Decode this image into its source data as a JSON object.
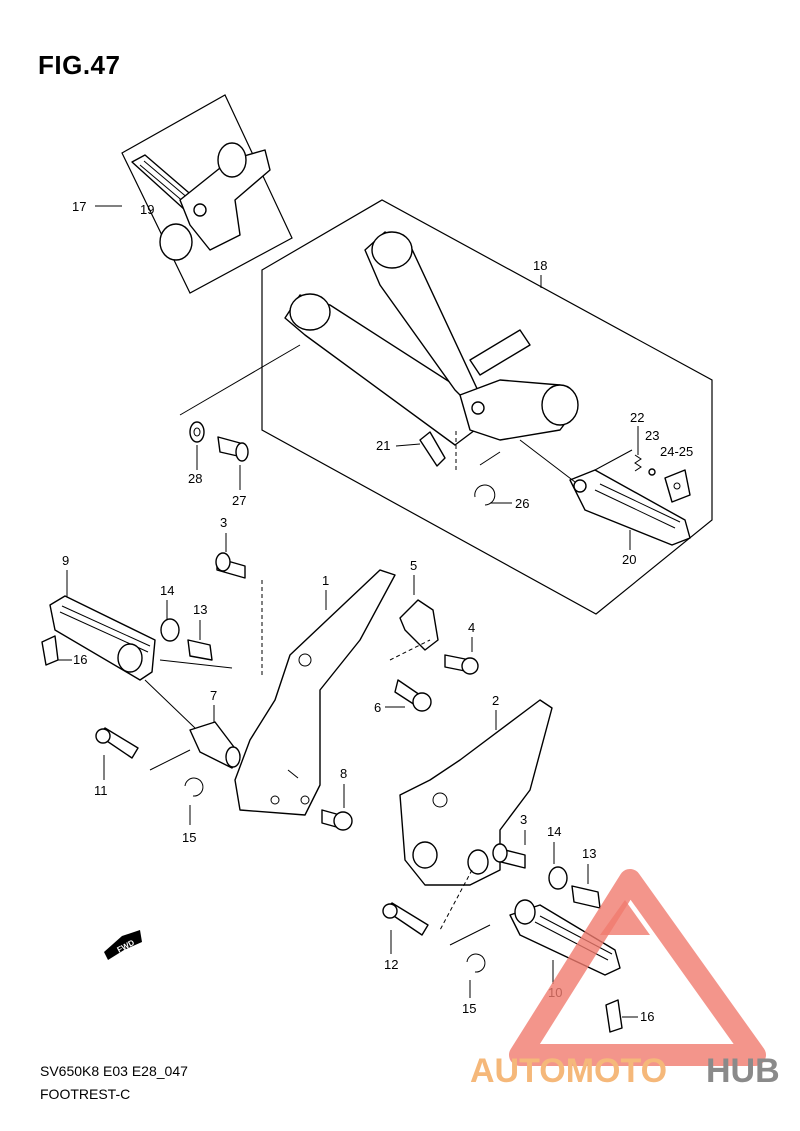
{
  "figure": {
    "title": "FIG.47"
  },
  "footer": {
    "model_code": "SV650K8 E03 E28_047",
    "section_name": "FOOTREST-C"
  },
  "fwd_arrow": {
    "label": "FWD"
  },
  "watermark": {
    "brand_part1": "AUTOMOTO",
    "brand_part2": "HUB",
    "color_red": "#f07a6e",
    "color_orange": "#f5b87a",
    "color_gray": "#8a8a8a"
  },
  "callouts": {
    "c17": "17",
    "c19": "19",
    "c18": "18",
    "c21": "21",
    "c22": "22",
    "c23": "23",
    "c24_25": "24-25",
    "c26": "26",
    "c20": "20",
    "c28": "28",
    "c27": "27",
    "c3a": "3",
    "c9": "9",
    "c14a": "14",
    "c13a": "13",
    "c16a": "16",
    "c1": "1",
    "c5": "5",
    "c4": "4",
    "c6": "6",
    "c7": "7",
    "c11": "11",
    "c15a": "15",
    "c8": "8",
    "c2": "2",
    "c3b": "3",
    "c14b": "14",
    "c13b": "13",
    "c12": "12",
    "c15b": "15",
    "c10": "10",
    "c16b": "16"
  }
}
